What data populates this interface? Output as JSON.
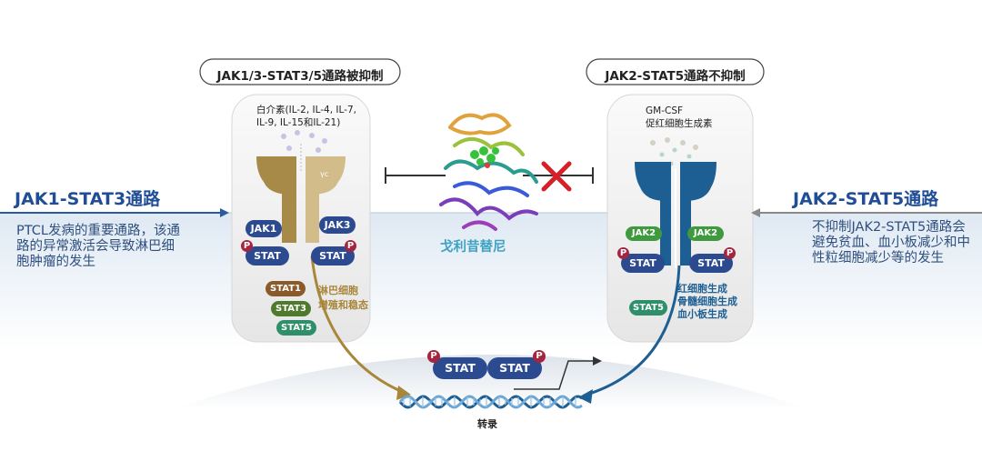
{
  "left": {
    "title": "JAK1-STAT3通路",
    "desc": "PTCL发病的重要通路，该通路的异常激活会导致淋巴细胞肿瘤的发生",
    "header": "JAK1/3-STAT3/5通路被抑制",
    "ligand": "白介素(IL-2, IL-4, IL-7, IL-9, IL-15和IL-21)",
    "gamma_c": "γc",
    "jak_a": "JAK1",
    "jak_b": "JAK3",
    "stat": "STAT",
    "stat1": "STAT1",
    "stat3": "STAT3",
    "stat5": "STAT5",
    "effect": "淋巴细胞\n增殖和稳态"
  },
  "drug": {
    "name": "戈利昔替尼"
  },
  "right": {
    "title": "JAK2-STAT5通路",
    "desc": "不抑制JAK2-STAT5通路会避免贫血、血小板减少和中性粒细胞减少等的发生",
    "header": "JAK2-STAT5通路不抑制",
    "ligand": "GM-CSF\n促红细胞生成素",
    "jak_a": "JAK2",
    "jak_b": "JAK2",
    "stat": "STAT",
    "stat5": "STAT5",
    "effect": "红细胞生成\n骨髓细胞生成\n血小板生成"
  },
  "nucleus": {
    "stat": "STAT",
    "transcription": "转录"
  },
  "phospho": "P",
  "colors": {
    "title_blue": "#1f4e96",
    "jak_navy": "#2b4a8f",
    "receptor_gold": "#bfa268",
    "receptor_blue": "#1e5f93",
    "stat1": "#8a5a2b",
    "stat3": "#4f7a2e",
    "stat5": "#2e8f6a",
    "jak2_green": "#3f9a3f",
    "phospho_red": "#a3253f",
    "drug_label": "#3fa2c2",
    "inhibit_red": "#d62027"
  }
}
